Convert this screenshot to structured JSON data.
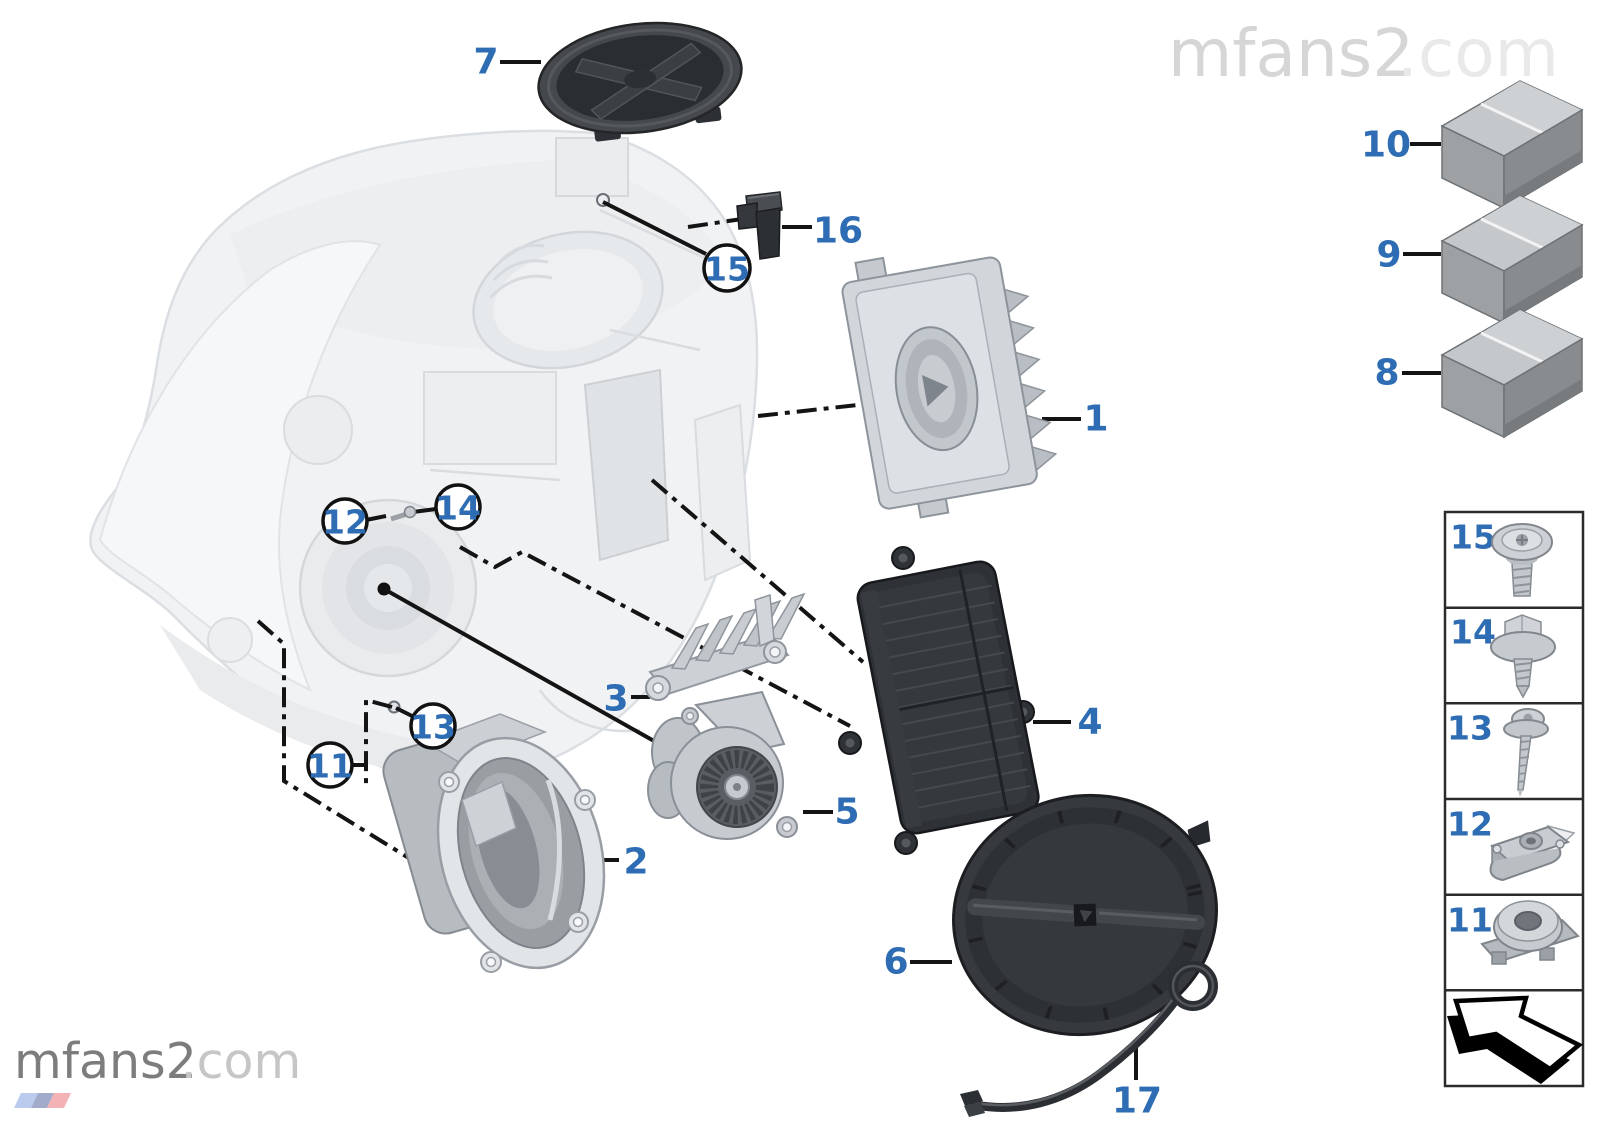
{
  "watermarks": {
    "top_right": {
      "name": "mfans2",
      "tld": ".com"
    },
    "bottom_left": {
      "name": "mfans2",
      "tld": ".com"
    },
    "logo_icon": "m-stripes-logo-icon",
    "logo_colors": [
      "#b3c6ec",
      "#98a3c4",
      "#f2abaf"
    ]
  },
  "diagram": {
    "type": "exploded-parts-diagram",
    "subject": "headlamp assembly with LED modules",
    "accent_blue": "#2e6cb3",
    "line_color": "#141414"
  },
  "callouts": {
    "plain": {
      "1": "1",
      "2": "2",
      "3": "3",
      "4": "4",
      "5": "5",
      "6": "6",
      "7": "7",
      "8": "8",
      "9": "9",
      "10": "10",
      "16": "16",
      "17": "17"
    },
    "circled": {
      "11": "11",
      "12": "12",
      "13": "13",
      "14": "14",
      "15": "15"
    }
  },
  "legend": {
    "items": {
      "15": "15",
      "14": "14",
      "13": "13",
      "12": "12",
      "11": "11"
    },
    "arrow_icon": "continuation-arrow-icon"
  }
}
